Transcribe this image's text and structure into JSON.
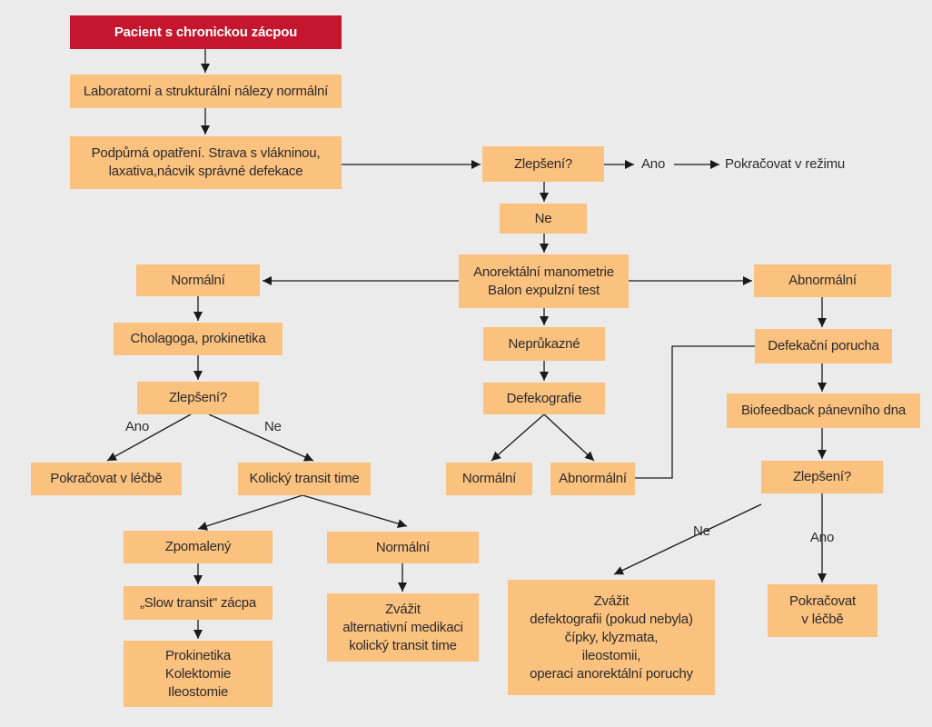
{
  "colors": {
    "start_fill": "#c5162e",
    "node_fill": "#fbc17f",
    "line": "#1a1a1a",
    "background": "#ebebeb"
  },
  "nodes": {
    "start": "Pacient s chronickou zácpou",
    "lab": "Laboratorní a strukturální nálezy normální",
    "support": "Podpůrná opatření. Strava s vlákninou,\nlaxativa,nácvik správné defekace",
    "improve1": "Zlepšení?",
    "ne1": "Ne",
    "manometry": "Anorektální manometrie\nBalon expulzní test",
    "normal_left": "Normální",
    "abnormal_right": "Abnormální",
    "cholagoga": "Cholagoga, prokinetika",
    "improve2": "Zlepšení?",
    "continue_left": "Pokračovat v léčbě",
    "colic_transit": "Kolický transit time",
    "slowed": "Zpomalený",
    "slow_transit": "„Slow transit\" zácpa",
    "prokinetika": "Prokinetika\nKolektomie\nIleostomie",
    "normal_transit": "Normální",
    "consider_alt": "Zvážit\nalternativní medikaci\nkolický transit time",
    "inconclusive": "Neprůkazné",
    "defecography": "Defekografie",
    "defeco_normal": "Normální",
    "defeco_abnormal": "Abnormální",
    "defecation_disorder": "Defekační porucha",
    "biofeedback": "Biofeedback pánevního dna",
    "improve3": "Zlepšení?",
    "consider_right": "Zvážit\ndefektografii (pokud nebyla)\nčípky, klyzmata,\nileostomii,\noperaci anorektální poruchy",
    "continue_right": "Pokračovat\nv léčbě"
  },
  "labels": {
    "ano_top": "Ano",
    "continue_regime": "Pokračovat v režimu",
    "ano_left": "Ano",
    "ne_left": "Ne",
    "ne_right": "Ne",
    "ano_right": "Ano"
  }
}
